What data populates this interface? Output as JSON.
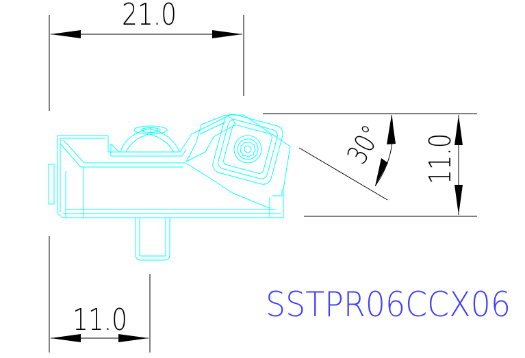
{
  "dimensions": {
    "top_width": "21.0",
    "right_height": "11.0",
    "bottom_width": "11.0",
    "angle": "30°"
  },
  "part_number": "SSTPR06CCX06",
  "colors": {
    "part_outline": "#00ffff",
    "dimension_lines": "#000000",
    "part_number_text": "#4040ff",
    "background": "#ffffff"
  }
}
